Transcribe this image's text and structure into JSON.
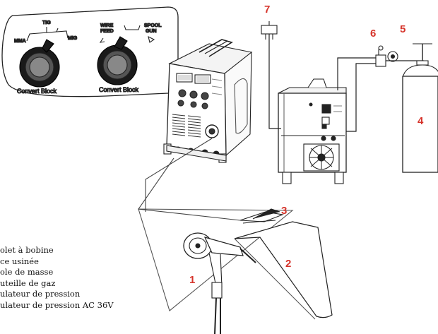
{
  "callouts": {
    "c1": "1",
    "c2": "2",
    "c3": "3",
    "c4": "4",
    "c5": "5",
    "c6": "6",
    "c7": "7"
  },
  "knob_panel": {
    "left_knob": {
      "mode_mma": "MMA",
      "mode_tig": "TIG",
      "mode_mig": "MIG",
      "label": "Convert Block"
    },
    "right_knob": {
      "mode_wire_feed_line1": "WIRE",
      "mode_wire_feed_line2": "FEED",
      "mode_spool_gun_line1": "SPOOL",
      "mode_spool_gun_line2": "GUN",
      "label": "Convert Block"
    }
  },
  "legend": [
    "olet à bobine",
    "ce usinée",
    "ole de masse",
    "uteille de gaz",
    "ulateur de pression",
    "ulateur de pression AC 36V"
  ]
}
